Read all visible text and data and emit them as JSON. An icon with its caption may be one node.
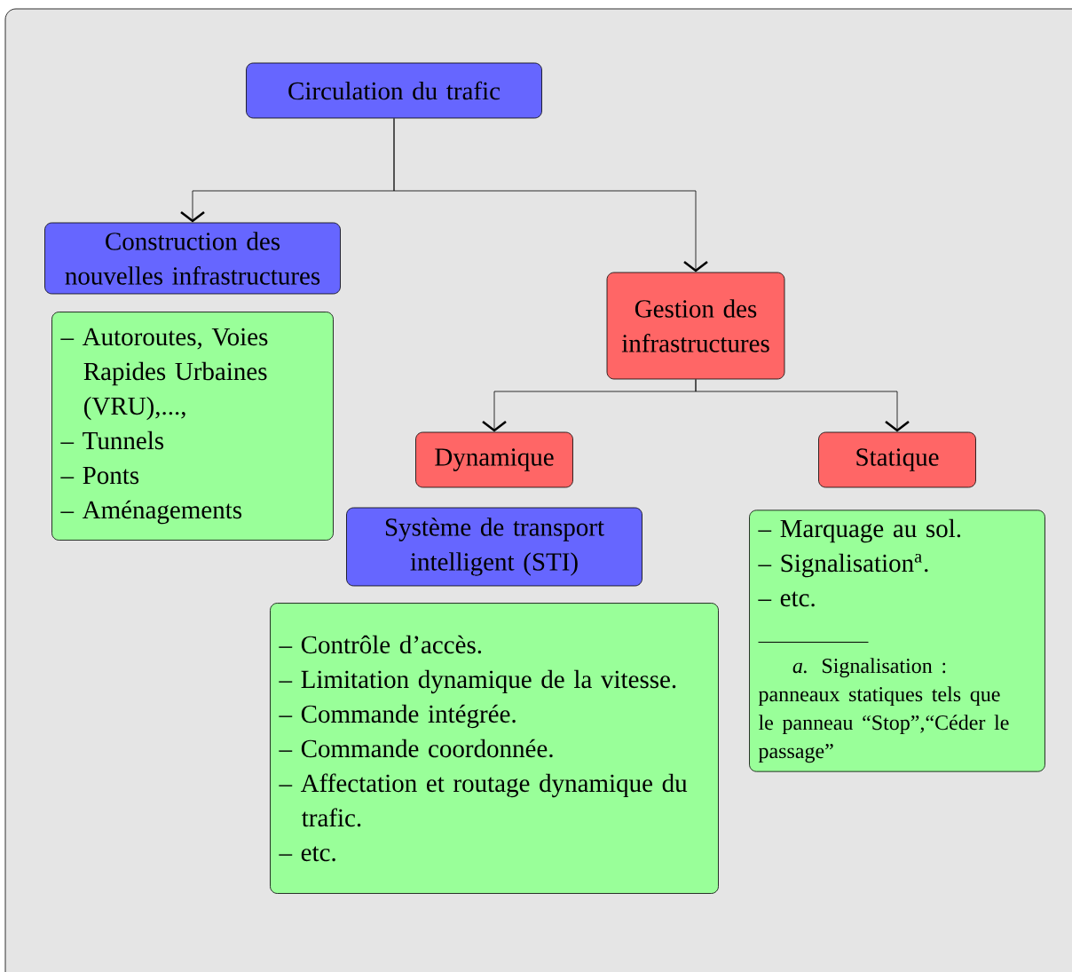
{
  "diagram": {
    "nodes": [
      {
        "text": [
          "Circulation du trafic"
        ]
      },
      {
        "text": [
          "Construction des nouvelles infrastructures"
        ]
      },
      {
        "text": [
          "– Autoroutes, Voies Rapides Urbaines (VRU),...,",
          "– Tunnels",
          "– Ponts",
          "– Aménagements"
        ]
      },
      {
        "text": [
          "Gestion des infrastructures"
        ]
      },
      {
        "text": [
          "Dynamique"
        ]
      },
      {
        "text": [
          "Statique"
        ]
      },
      {
        "text": [
          "Système de transport intelligent (STI)"
        ]
      },
      {
        "text": [
          "– Contrôle d’accès.",
          "– Limitation dynamique de la vitesse.",
          "– Commande intégrée.",
          "– Commande coordonnée.",
          "– Affectation et routage dynamique du trafic.",
          "– etc."
        ]
      },
      {
        "text": [
          "– Marquage au sol.",
          "– Signalisation$^{a}$.",
          "– etc.",
          "*a.* Signalisation : panneaux statiques tels que le panneau “Stop”,“Céder le passage”"
        ]
      }
    ],
    "edges": [
      {
        "from": 0,
        "to": 1,
        "arrow": "to"
      },
      {
        "from": 0,
        "to": 3,
        "arrow": "to"
      },
      {
        "from": 3,
        "to": 4,
        "arrow": "to"
      },
      {
        "from": 3,
        "to": 5,
        "arrow": "to"
      }
    ]
  }
}
